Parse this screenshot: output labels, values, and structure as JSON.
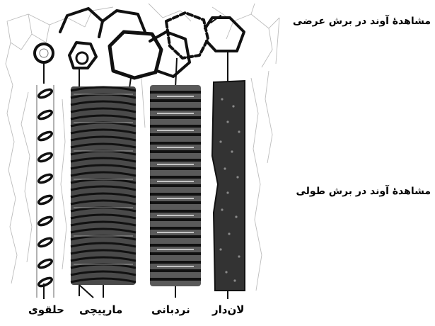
{
  "labels": {
    "cross_section": "مشاهدهٔ آوند در برش عرضی",
    "longitudinal_section": "مشاهدهٔ آوند در برش طولی",
    "annular": "حلقوی",
    "spiral": "مارپیچی",
    "scalariform": "نردبانی",
    "pitted": "لان‌دار"
  },
  "colors": {
    "ink": "#1a1a1a",
    "vessel_fill": "#3a3a3a",
    "cell_wall": "#b8b8b8"
  }
}
